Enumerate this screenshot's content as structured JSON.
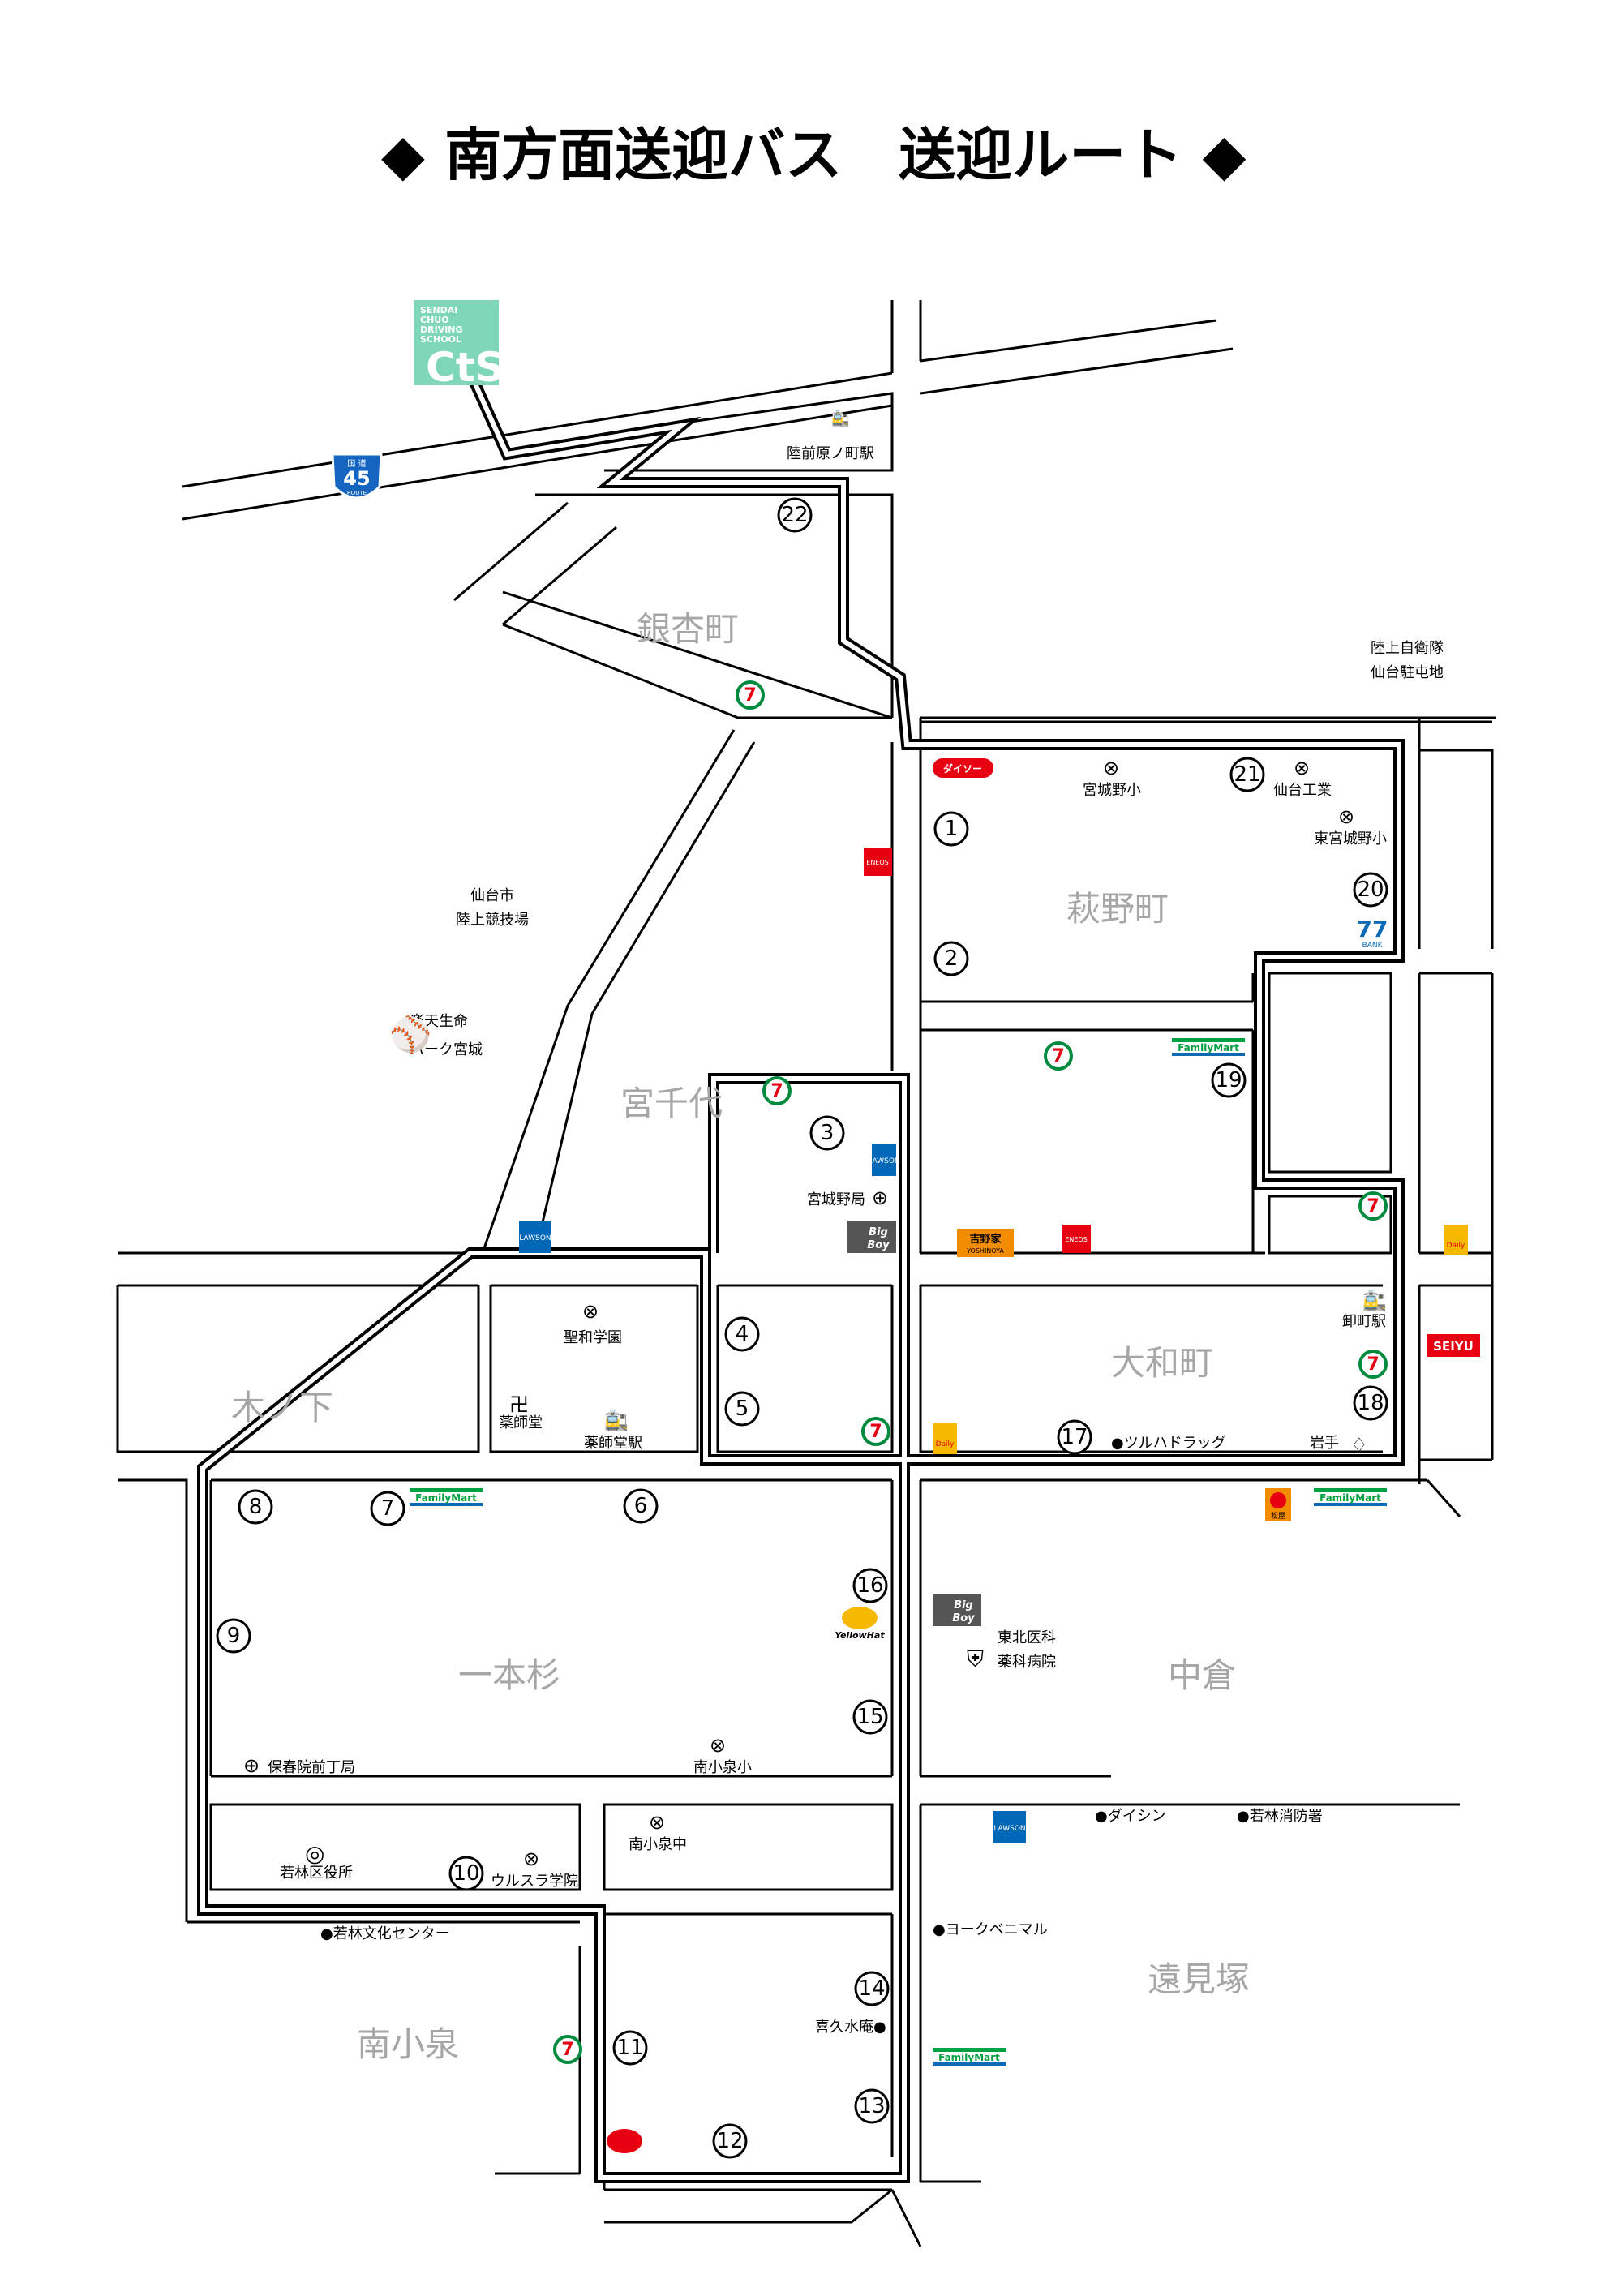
{
  "title": "◆ 南方面送迎バス　送迎ルート ◆",
  "logo": {
    "text_lines": [
      "SENDAI",
      "CHUO",
      "DRIVING",
      "SCHOOL"
    ],
    "color": "#7fd6b8"
  },
  "route_sign": {
    "number": "45",
    "top": "国 道",
    "bottom": "ROUTE"
  },
  "districts": [
    "銀杏町",
    "宮千代",
    "萩野町",
    "木ノ下",
    "大和町",
    "一本杉",
    "中倉",
    "遠見塚",
    "南小泉"
  ],
  "landmarks": {
    "rikuzen": "陸前原ノ町駅",
    "jsdf1": "陸上自衛隊",
    "jsdf2": "仙台駐屯地",
    "stadium1": "仙台市",
    "stadium2": "陸上競技場",
    "park1": "楽天生命",
    "park2": "パーク宮城",
    "miyaginono": "宮城野小",
    "sendaikogyo": "仙台工業",
    "higashimiyaginono": "東宮城野小",
    "miyaginopost": "宮城野局",
    "seiwa": "聖和学園",
    "yakushido": "薬師堂",
    "yakushido_st": "薬師堂駅",
    "oroshimachi": "卸町駅",
    "tsuruha": "●ツルハドラッグ",
    "iwate": "岩手",
    "tohoku_hosp1": "東北医科",
    "tohoku_hosp2": "薬科病院",
    "hoshuin": "保春院前丁局",
    "minamikoizumi_sho": "南小泉小",
    "wakabayashi_ward": "若林区役所",
    "ursula": "ウルスラ学院",
    "minamikoizumi_chu": "南小泉中",
    "daishin": "●ダイシン",
    "fire": "●若林消防署",
    "culture": "●若林文化センター",
    "yorkbenimaru": "●ヨークベニマル",
    "kikusuian": "喜久水庵●"
  },
  "stops": [
    "1",
    "2",
    "3",
    "4",
    "5",
    "6",
    "7",
    "8",
    "9",
    "10",
    "11",
    "12",
    "13",
    "14",
    "15",
    "16",
    "17",
    "18",
    "19",
    "20",
    "21",
    "22"
  ],
  "brands": {
    "familymart": "FamilyMart",
    "daiso": "ダイソー",
    "eneos": "ENEOS",
    "yoshinoya": "吉野家",
    "yoshinoya_sub": "YOSHINOYA",
    "bigboy1": "Big",
    "bigboy2": "Boy",
    "daily": "Daily",
    "seiyu": "SEIYU",
    "bank": "77",
    "bank_sub": "BANK",
    "yellowhat": "YellowHat",
    "lawson": "LAWSON",
    "matsuya": "松屋",
    "seven": "7"
  },
  "colors": {
    "route": "#000000",
    "district_text": "#a6a6a6",
    "seven_green": "#008a3e",
    "seven_orange": "#f26f21",
    "seven_red": "#e60012",
    "familymart_green": "#00a040",
    "familymart_blue": "#0a6ab6",
    "lawson_blue": "#0068b7",
    "seiyu_red": "#e60012",
    "route_sign_blue": "#1565c0"
  }
}
